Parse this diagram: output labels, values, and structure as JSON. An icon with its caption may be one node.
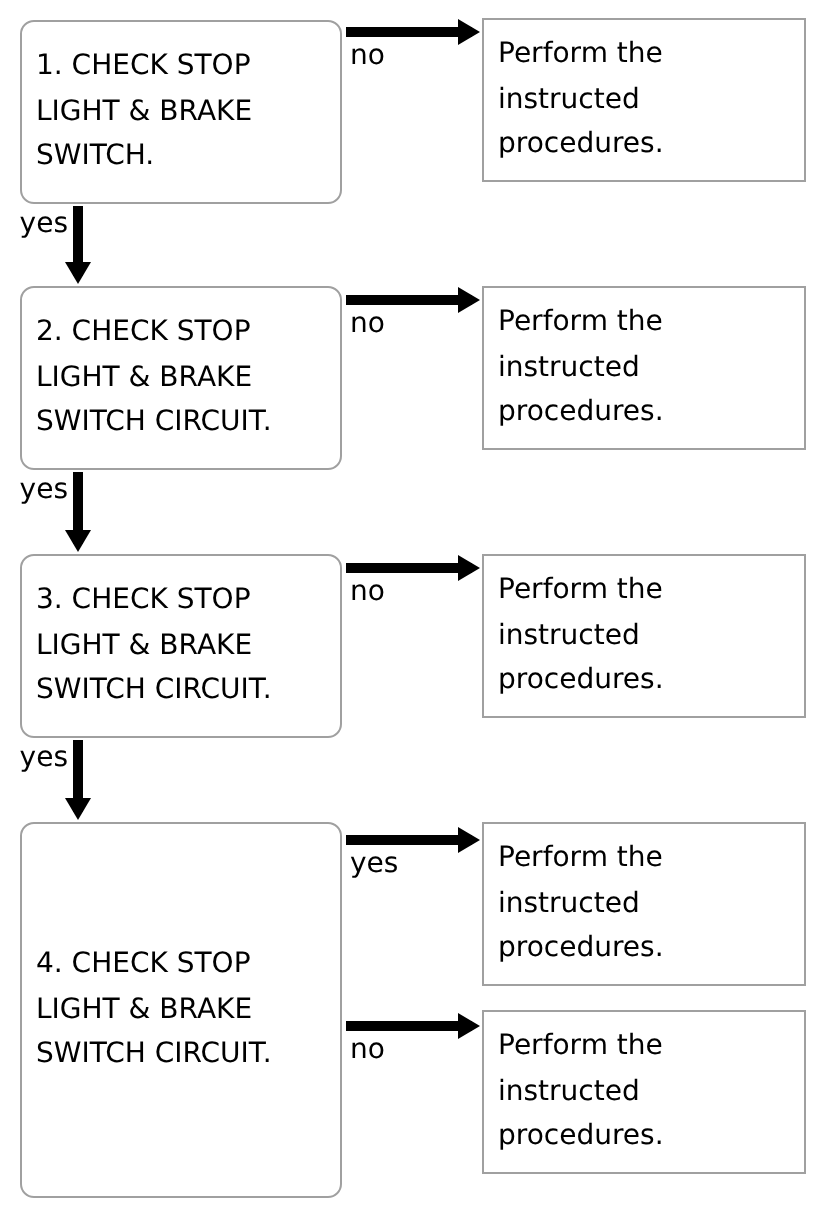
{
  "diagram": {
    "nodes": [
      {
        "text": [
          "1. CHECK STOP LIGHT & BRAKE SWITCH."
        ]
      },
      {
        "text": [
          "Perform the instructed procedures."
        ]
      },
      {
        "text": [
          "2. CHECK STOP LIGHT & BRAKE SWITCH CIRCUIT."
        ]
      },
      {
        "text": [
          "Perform the instructed procedures."
        ]
      },
      {
        "text": [
          "3. CHECK STOP LIGHT & BRAKE SWITCH CIRCUIT."
        ]
      },
      {
        "text": [
          "Perform the instructed procedures."
        ]
      },
      {
        "text": [
          "4. CHECK STOP LIGHT & BRAKE SWITCH CIRCUIT."
        ]
      },
      {
        "text": [
          "Perform the instructed procedures."
        ]
      },
      {
        "text": [
          "Perform the instructed procedures."
        ]
      }
    ],
    "edges": [
      {
        "from": 0,
        "to": 1,
        "arrow": "to",
        "label": "no"
      },
      {
        "from": 0,
        "to": 2,
        "arrow": "to",
        "label": "yes"
      },
      {
        "from": 2,
        "to": 3,
        "arrow": "to",
        "label": "no"
      },
      {
        "from": 2,
        "to": 4,
        "arrow": "to",
        "label": "yes"
      },
      {
        "from": 4,
        "to": 5,
        "arrow": "to",
        "label": "no"
      },
      {
        "from": 4,
        "to": 6,
        "arrow": "to",
        "label": "yes"
      },
      {
        "from": 6,
        "to": 7,
        "arrow": "to",
        "label": "yes"
      },
      {
        "from": 6,
        "to": 8,
        "arrow": "to",
        "label": "no"
      }
    ]
  }
}
